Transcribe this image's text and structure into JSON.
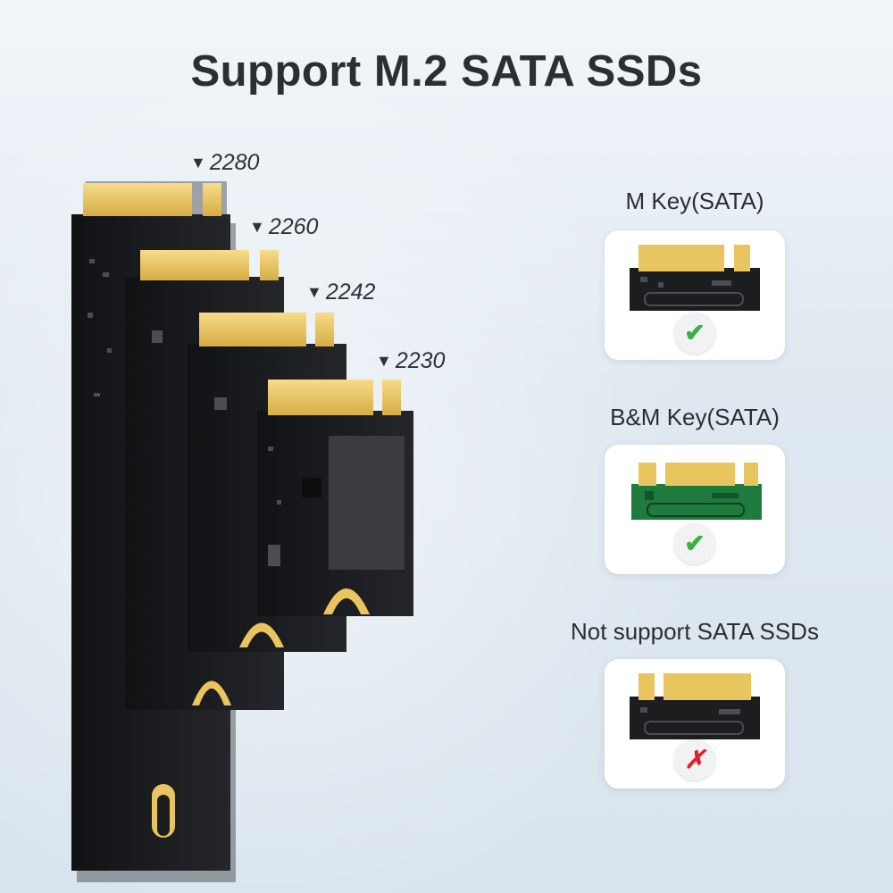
{
  "title": "Support M.2 SATA SSDs",
  "sizes": [
    "2280",
    "2260",
    "2242",
    "2230"
  ],
  "keys": [
    {
      "label": "M Key(SATA)",
      "board": "black",
      "status": "supported",
      "status_glyph": "✔",
      "status_icon": "check-icon"
    },
    {
      "label": "B&M Key(SATA)",
      "board": "green",
      "status": "supported",
      "status_glyph": "✔",
      "status_icon": "check-icon"
    },
    {
      "label": "Not support SATA SSDs",
      "board": "black",
      "status": "unsupported",
      "status_glyph": "✗",
      "status_icon": "cross-icon"
    }
  ],
  "colors": {
    "gold": "#e8c55f",
    "pcb_black": "#1c1d1f",
    "pcb_green": "#1f7a3e",
    "check_green": "#36b341",
    "cross_red": "#e0232a"
  }
}
